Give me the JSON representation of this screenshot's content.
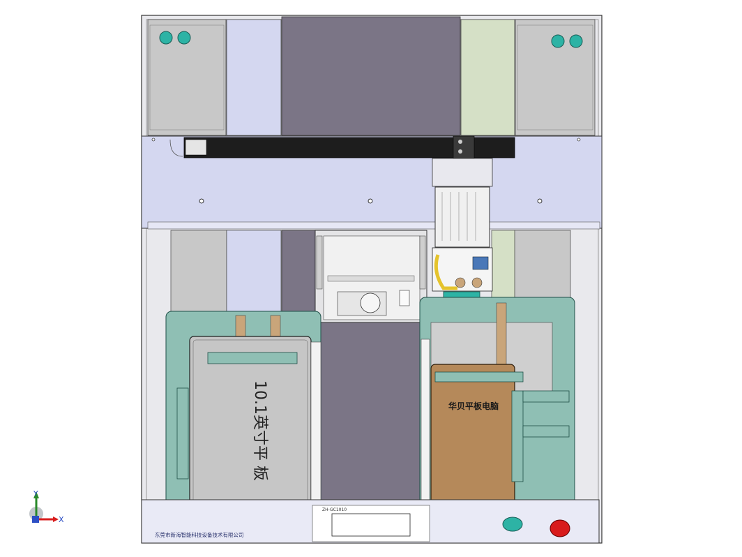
{
  "drawing": {
    "tablet_label_left": "10.1英寸平 板",
    "tablet_label_right": "华贝平板电脑",
    "company_footer": "东莞市新海智能科技设备技术有限公司",
    "nameplate_code": "ZH-GC1010",
    "axis_x": "X",
    "axis_y": "Y"
  },
  "colors": {
    "frame_gray": "#c8c8c8",
    "lavender": "#d4d7f0",
    "dark_purple": "#7b7586",
    "teal_plate": "#8fbfb4",
    "tablet_gray": "#c6c6c6",
    "tablet_brown": "#b5895a",
    "teal_button": "#2db3a5",
    "red_button": "#d81c1c",
    "sage": "#d5e0c6",
    "black_bar": "#1d1d1d"
  }
}
